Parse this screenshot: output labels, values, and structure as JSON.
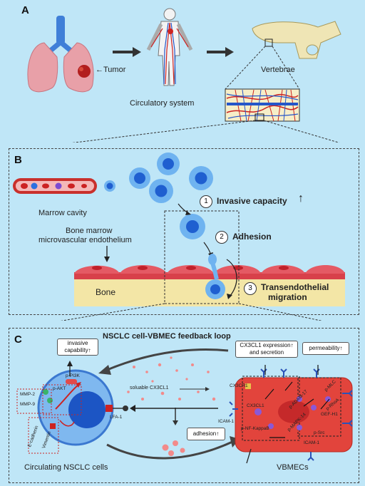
{
  "panel_a": {
    "letter": "A",
    "tumor_label": "←Tumor",
    "circ_label": "Circulatory system",
    "vert_label": "Vertebrae"
  },
  "panel_b": {
    "letter": "B",
    "marrow": "Marrow cavity",
    "endo_line1": "Bone marrow",
    "endo_line2": "microvascular endothelium",
    "bone": "Bone",
    "step1_num": "1",
    "step1": "Invasive capacity",
    "step1_arrow": "↑",
    "step2_num": "2",
    "step2": "Adhesion",
    "step3_num": "3",
    "step3_line1": "Transendothelial",
    "step3_line2": "migration"
  },
  "panel_c": {
    "letter": "C",
    "title": "NSCLC cell-VBMEC feedback loop",
    "invasive1": "invasive",
    "invasive2": "capability↑",
    "cx3cl1_expr1": "CX3CL1 expression↑",
    "cx3cl1_expr2": "and secretion",
    "permeability": "permeability↑",
    "soluable": "soluable CX3CL1",
    "adhesion": "adhesion↑",
    "p_pi3k": "p-PI3K",
    "p_akt": "p-AKT",
    "mmp2": "MMP-2",
    "mmp9": "MMP-9",
    "ecad": "E-cadherin",
    "vimentin": "Vimentin",
    "lfa1": "LFA-1",
    "icam1_left": "ICAM-1",
    "icam1_bottom": "ICAM-1",
    "cx3cr1": "CX3CR1",
    "cx3cl1_in": "CX3CL1",
    "p_nf": "p-NF-KappaB",
    "p_adam": "p-ADAM-17",
    "p_mapk": "p-MAPK-14",
    "p_mlc": "p-MLC",
    "p_rhoa": "p-RhoA",
    "gef": "GEF-H1",
    "p_src": "p-Src",
    "circ_cells": "Circulating NSCLC cells",
    "vbmec": "VBMECs"
  }
}
